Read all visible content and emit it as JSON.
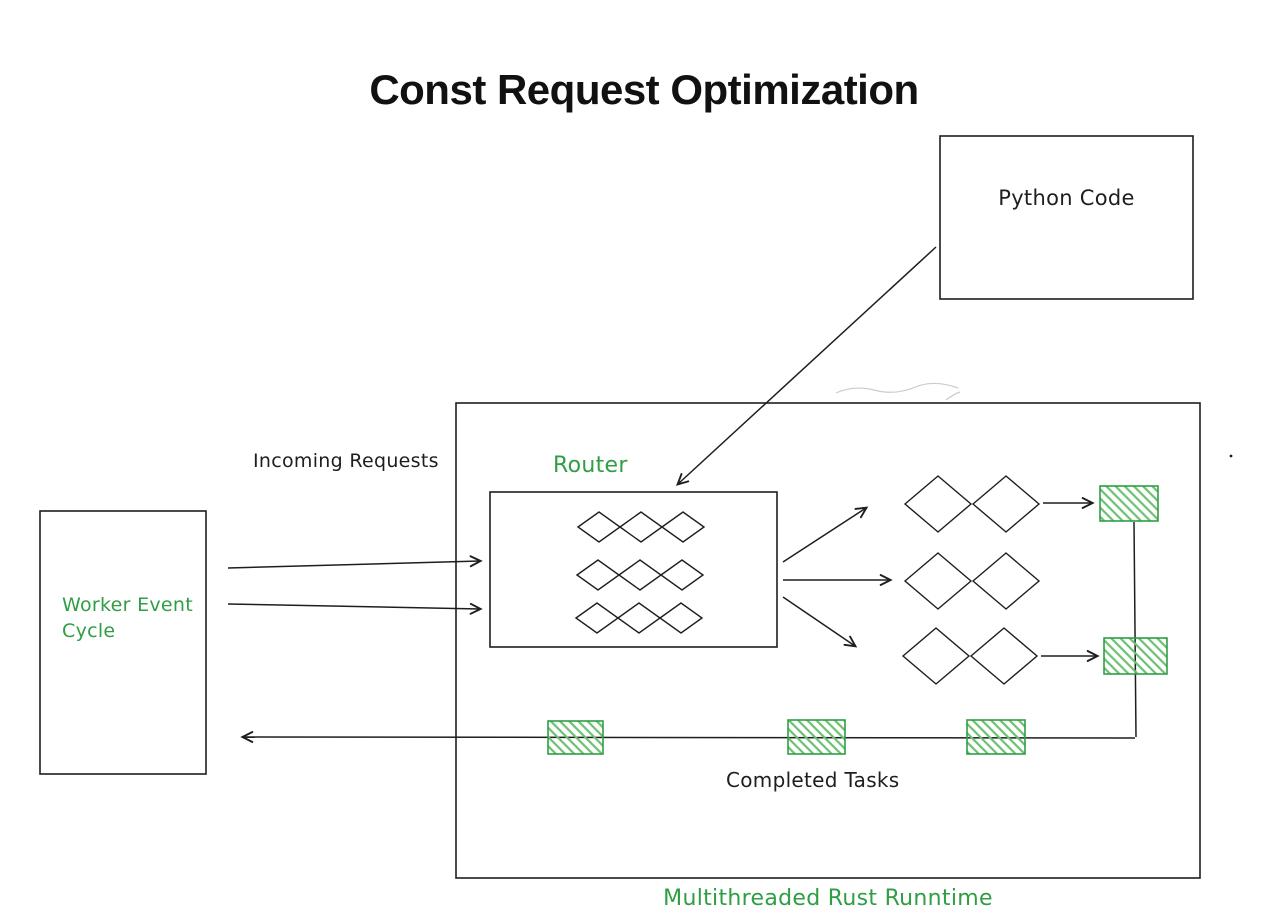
{
  "title": "Const Request Optimization",
  "colors": {
    "ink": "#1e1e1e",
    "green_text": "#2f9e44",
    "green_shape_stroke": "#2f9e44",
    "green_hatch": "#6cc071"
  },
  "nodes": {
    "python_code": {
      "label": "Python Code"
    },
    "worker_event_cycle": {
      "label": "Worker Event\nCycle"
    },
    "router": {
      "label": "Router"
    }
  },
  "edges": {
    "incoming_requests": "Incoming Requests",
    "completed_tasks": "Completed Tasks"
  },
  "runtime": {
    "label": "Multithreaded Rust Runntime"
  }
}
